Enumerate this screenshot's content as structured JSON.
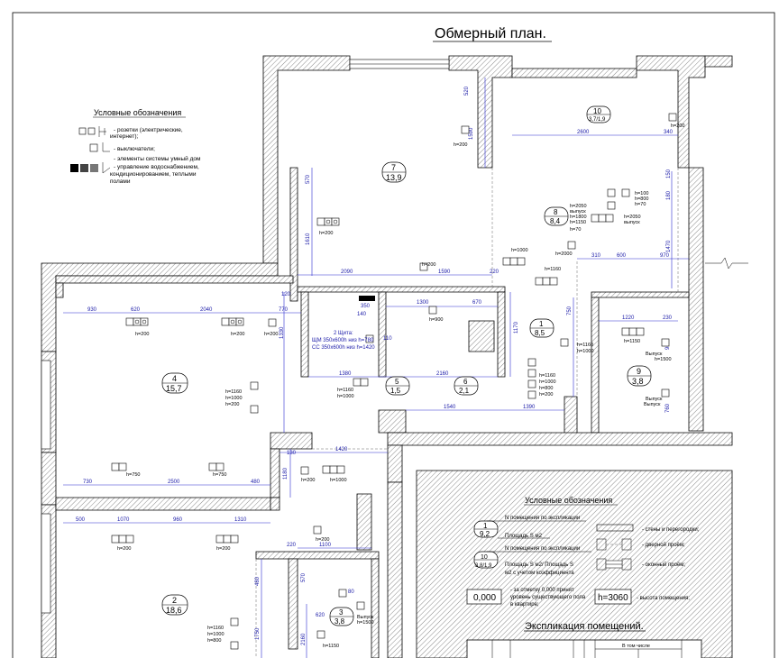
{
  "title": "Обмерный план.",
  "legend_top": {
    "title": "Условные обозначения",
    "items": [
      "- розетки (электрические,",
      "интернет);",
      "- выключатели;",
      "- элементы системы умный дом",
      "- управление водоснабжением,",
      "кондиционированием, теплыми",
      "полами"
    ]
  },
  "legend_bottom": {
    "title": "Условные обозначения",
    "room_num_label": "N помещения по экспликации",
    "room_area_label": "Площадь S м2",
    "sample1_num": "1",
    "sample1_area": "9,2",
    "sample2_num": "10",
    "sample2_area": "3,8/1,9",
    "room_coef_num_label": "N помещения по экспликации",
    "room_coef_area_label": "Площадь S м2/ Площадь S",
    "room_coef_area_label2": "м2 с учетом коэффициента",
    "walls_label": "- стены и перегородки;",
    "door_label": "- дверной проём;",
    "window_label": "- оконный проём;",
    "level_value": "0,000",
    "level_text1": "- за отметку 0,000 принят",
    "level_text2": "уровень существующего пола",
    "level_text3": "в квартире;",
    "height_value": "h=3060",
    "height_text": "- высота помещения;"
  },
  "explication_title": "Экспликация помещений.",
  "table_header": "В том числе",
  "rooms": [
    {
      "num": "10",
      "area": "3,7/1,9"
    },
    {
      "num": "7",
      "area": "13,9"
    },
    {
      "num": "8",
      "area": "8,4"
    },
    {
      "num": "1",
      "area": "8,5"
    },
    {
      "num": "4",
      "area": "15,7"
    },
    {
      "num": "5",
      "area": "1,5"
    },
    {
      "num": "6",
      "area": "2,1"
    },
    {
      "num": "9",
      "area": "3,8"
    },
    {
      "num": "2",
      "area": "18,6"
    },
    {
      "num": "3",
      "area": "3,8"
    }
  ],
  "dims": [
    "520",
    "1590",
    "2600",
    "340",
    "570",
    "1610",
    "2090",
    "1590",
    "220",
    "930",
    "620",
    "2040",
    "770",
    "1300",
    "670",
    "350",
    "140",
    "110",
    "1330",
    "1380",
    "2160",
    "1170",
    "1540",
    "1390",
    "730",
    "2500",
    "480",
    "1420",
    "1180",
    "500",
    "1070",
    "960",
    "1310",
    "220",
    "1100",
    "620",
    "80",
    "480",
    "1750",
    "2160",
    "310",
    "600",
    "970",
    "1470",
    "150",
    "180",
    "1220",
    "230",
    "750",
    "960",
    "130",
    "120",
    "760",
    "570"
  ],
  "heights": [
    "h=200",
    "h=200",
    "h=2000",
    "h=1000",
    "h=1160",
    "h=800",
    "h=2050",
    "выпуск",
    "h=1800",
    "h=1150",
    "h=70",
    "h=100",
    "h=800",
    "h=900",
    "h=1500",
    "Выпуск",
    "h=750",
    "h=1000",
    "h=1150"
  ],
  "shield_text": [
    "2 Щита:",
    "ЩМ 350x600h низ h=780",
    "СС 350x600h низ h=1420"
  ],
  "socket_pairs": [
    "h=1160",
    "h=1000",
    "h=200"
  ]
}
